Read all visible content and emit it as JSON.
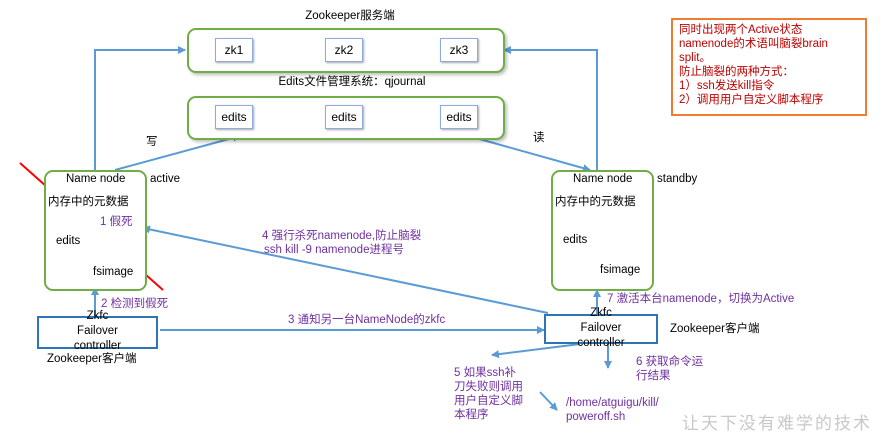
{
  "zk_cluster": {
    "title": "Zookeeper服务端",
    "nodes": [
      "zk1",
      "zk2",
      "zk3"
    ]
  },
  "journal": {
    "title": "Edits文件管理系统：qjournal",
    "nodes": [
      "edits",
      "edits",
      "edits"
    ]
  },
  "arrows": {
    "write": "写",
    "read": "读"
  },
  "active_nn": {
    "title": "Name node",
    "state": "active",
    "meta": "内存中的元数据",
    "edits": "edits",
    "fsimage": "fsimage",
    "fake_death": "1 假死"
  },
  "standby_nn": {
    "title": "Name node",
    "state": "standby",
    "meta": "内存中的元数据",
    "edits": "edits",
    "fsimage": "fsimage"
  },
  "left_zkfc": {
    "lines": [
      "Zkfc",
      "Failover",
      "controller"
    ],
    "client": "Zookeeper客户端"
  },
  "right_zkfc": {
    "lines": [
      "Zkfc",
      "Failover",
      "controller"
    ],
    "client": "Zookeeper客户端"
  },
  "steps": {
    "detect": "2 检测到假死",
    "notify": "3 通知另一台NameNode的zkfc",
    "kill_line1": "4 强行杀死namenode,防止脑裂",
    "kill_line2": "ssh kill -9 namenode进程号",
    "fallback": [
      "5 如果ssh补",
      "刀失败则调用",
      "用户自定义脚",
      "本程序"
    ],
    "result": [
      "6 获取命令运",
      "行结果"
    ],
    "activate": "7 激活本台namenode，切换为Active",
    "script_path": [
      "/home/atguigu/kill/",
      "poweroff.sh"
    ]
  },
  "note": {
    "lines": [
      "同时出现两个Active状态",
      "namenode的术语叫脑裂brain",
      "split。",
      "防止脑裂的两种方式：",
      "1）ssh发送kill指令",
      "2）调用用户自定义脚本程序"
    ]
  },
  "watermark": "让天下没有难学的技术",
  "colors": {
    "green": "#70ad47",
    "blue": "#2e75b6",
    "arrow": "#5b9bd5",
    "purple": "#7030a0",
    "note_border": "#ed7d31",
    "note_text": "#c00000",
    "cross": "#ff0000"
  }
}
